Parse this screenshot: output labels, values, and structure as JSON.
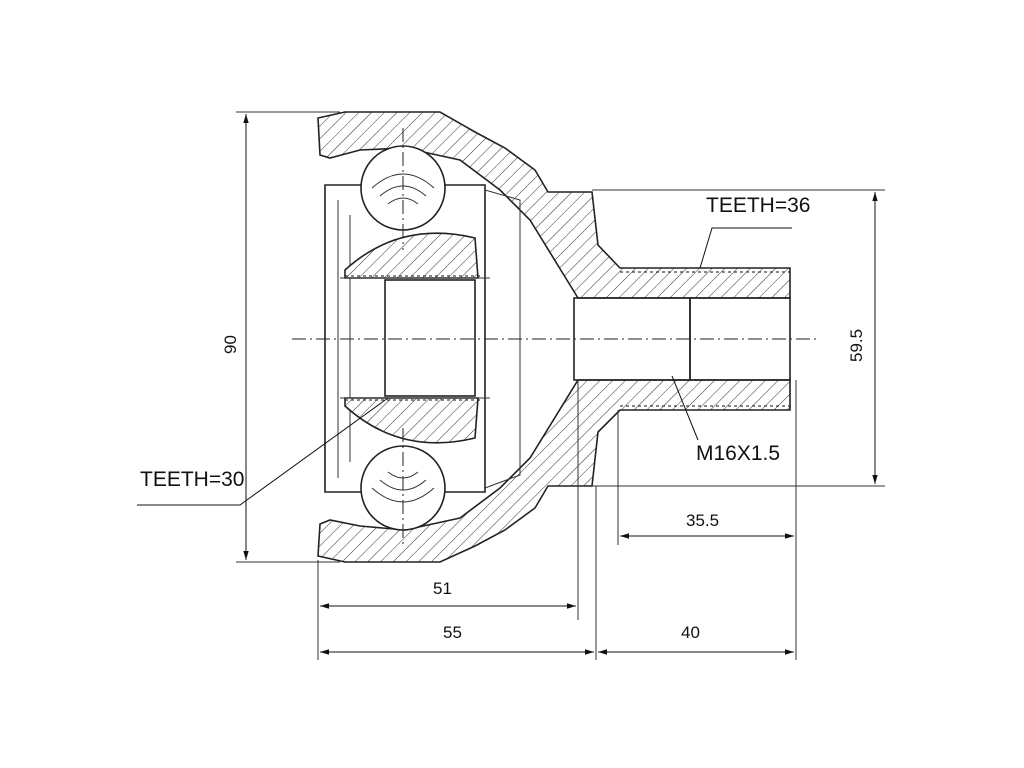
{
  "labels": {
    "teeth_outer": "TEETH=36",
    "teeth_inner": "TEETH=30",
    "thread": "M16X1.5"
  },
  "dimensions": {
    "overall_diameter": "90",
    "stem_diameter": "59.5",
    "stem_spline_length": "35.5",
    "bell_depth": "51",
    "bell_length": "55",
    "stem_length": "40"
  }
}
